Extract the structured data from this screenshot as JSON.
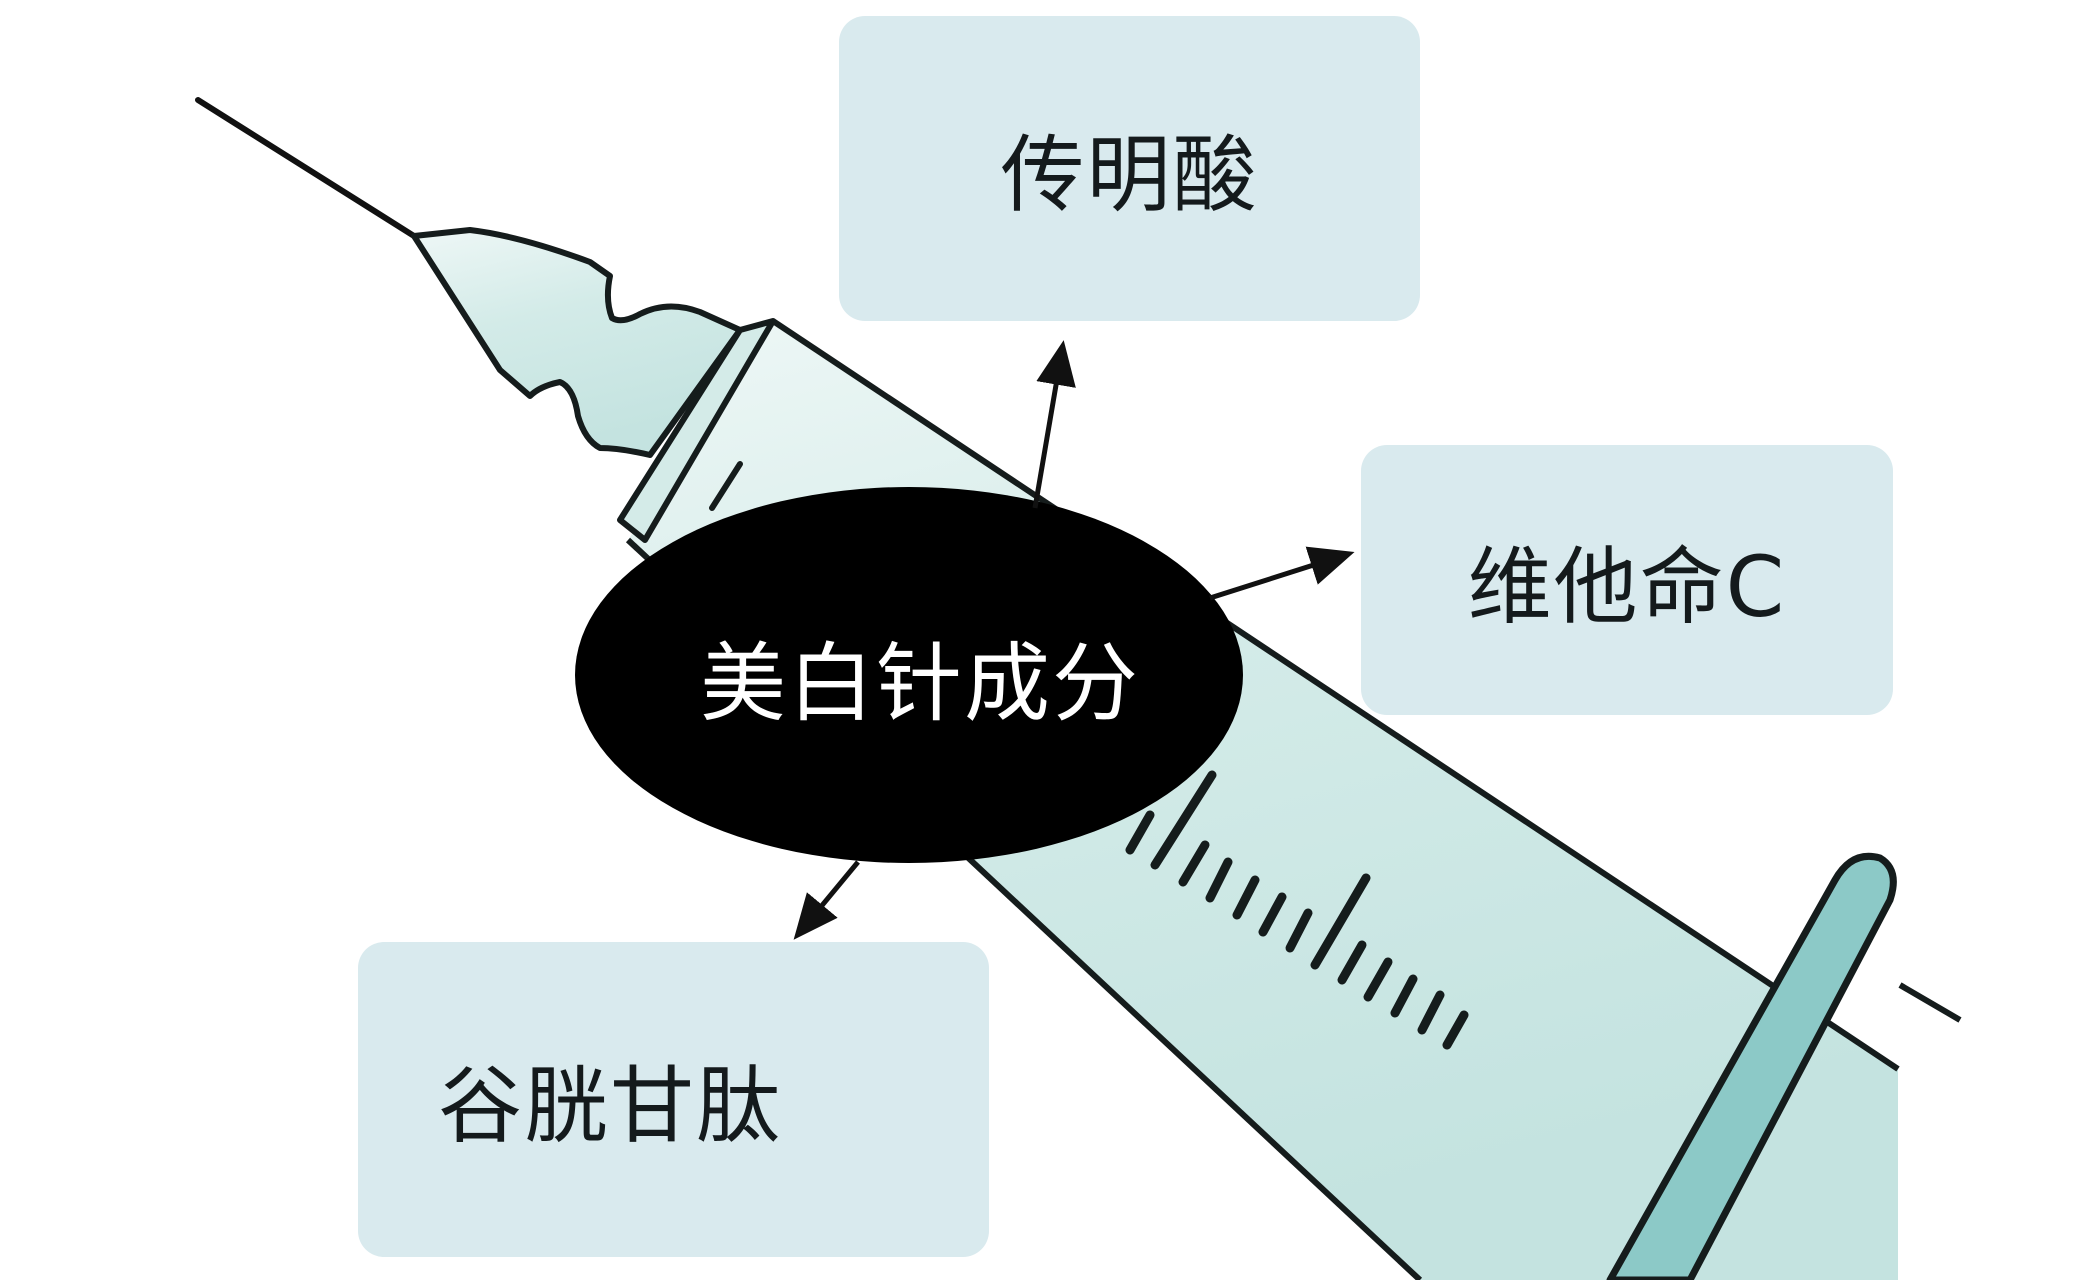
{
  "diagram": {
    "title": "美白针成分",
    "center_node": {
      "label": "美白针成分",
      "shape": "ellipse",
      "fill": "#000000",
      "text_color": "#ffffff"
    },
    "ingredients": [
      {
        "id": "tranexamic-acid",
        "label": "传明酸"
      },
      {
        "id": "vitamin-c",
        "label": "维他命C"
      },
      {
        "id": "glutathione",
        "label": "谷胱甘肽"
      }
    ],
    "illustration": "syringe",
    "colors": {
      "box_fill": "#d9eaee",
      "syringe_fill": "#cfe8e6",
      "plunger_fill": "#8cc9c7",
      "outline": "#151c1c"
    }
  }
}
